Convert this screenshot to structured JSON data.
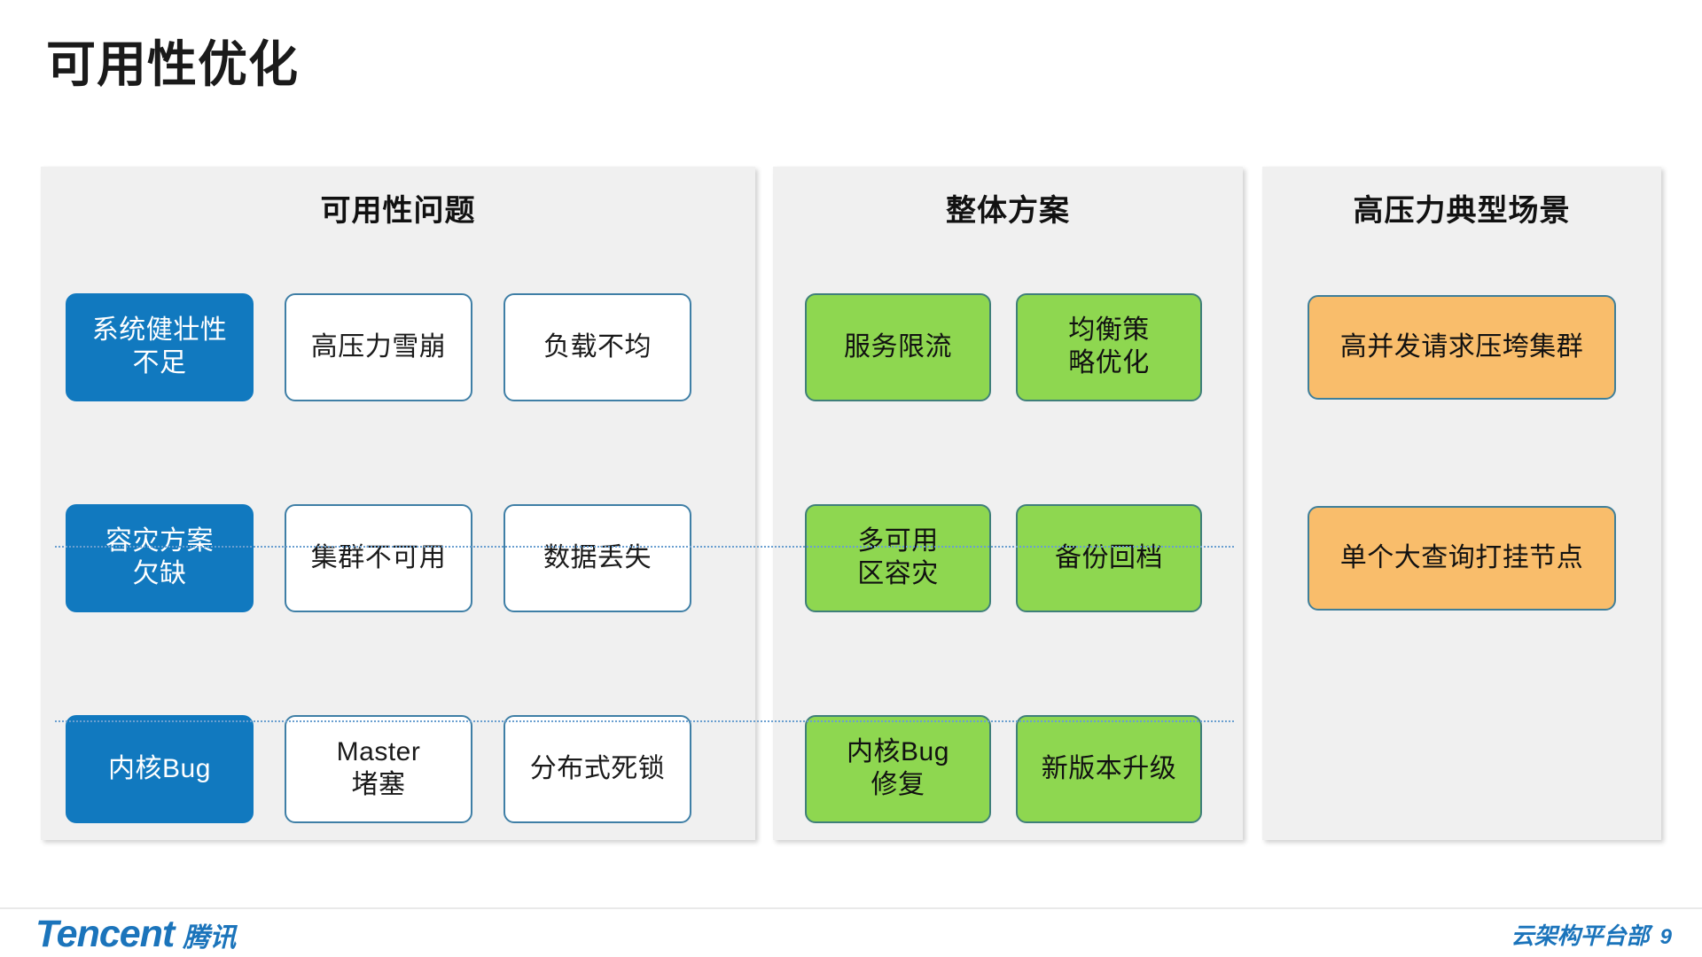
{
  "slide": {
    "title": "可用性优化"
  },
  "colors": {
    "category_blue": "#1179bf",
    "solution_green": "#8ed750",
    "scenario_orange": "#f9bd6b",
    "panel_bg": "#f0f0f0",
    "brand_blue": "#1b74bb",
    "divider_blue": "#6a9fd0",
    "box_outline": "#3f7fa6"
  },
  "panels": [
    {
      "header": "可用性问题",
      "rows": [
        {
          "category": "系统健壮性\n不足",
          "problems": [
            "高压力雪崩",
            "负载不均"
          ]
        },
        {
          "category": "容灾方案\n欠缺",
          "problems": [
            "集群不可用",
            "数据丢失"
          ]
        },
        {
          "category": "内核Bug",
          "problems": [
            "Master\n堵塞",
            "分布式死锁"
          ]
        }
      ]
    },
    {
      "header": "整体方案",
      "rows": [
        {
          "solutions": [
            "服务限流",
            "均衡策\n略优化"
          ]
        },
        {
          "solutions": [
            "多可用\n区容灾",
            "备份回档"
          ]
        },
        {
          "solutions": [
            "内核Bug\n修复",
            "新版本升级"
          ]
        }
      ]
    },
    {
      "header": "高压力典型场景",
      "rows": [
        {
          "scenario": "高并发请求压垮集群"
        },
        {
          "scenario": "单个大查询打挂节点"
        },
        {
          "scenario": ""
        }
      ]
    }
  ],
  "footer": {
    "brand_latin": "Tencent",
    "brand_cjk": "腾讯",
    "department": "云架构平台部",
    "page_number": "9"
  }
}
